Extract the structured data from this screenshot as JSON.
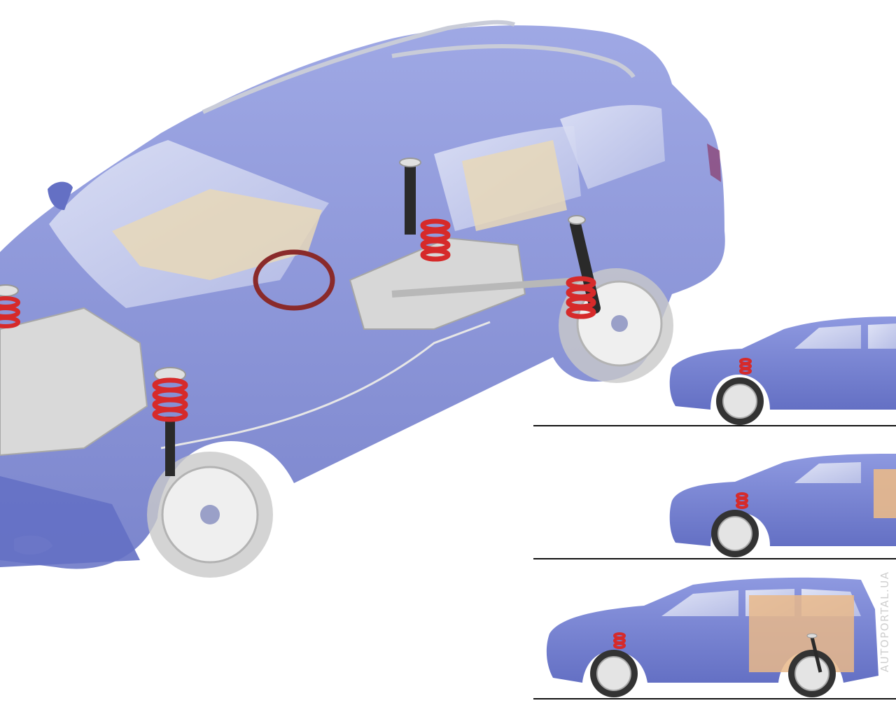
{
  "watermark": "AUTOPORTAL.UA",
  "colors": {
    "body_paint": "#7c88d6",
    "body_paint_dark": "#5a66b8",
    "glass": "#c6ccec",
    "interior": "#e8d8b8",
    "spring": "#d62a2a",
    "damper": "#2a2a2a",
    "mechanics": "#d9d9d9",
    "tyre": "#3a3a3a",
    "rim": "#dedede",
    "load_box": "#e9b98a",
    "ground_line": "#111111"
  },
  "illustration": {
    "main_view": "cutaway-wagon-suspension",
    "load_states": [
      "empty",
      "partial-load",
      "full-load"
    ]
  }
}
